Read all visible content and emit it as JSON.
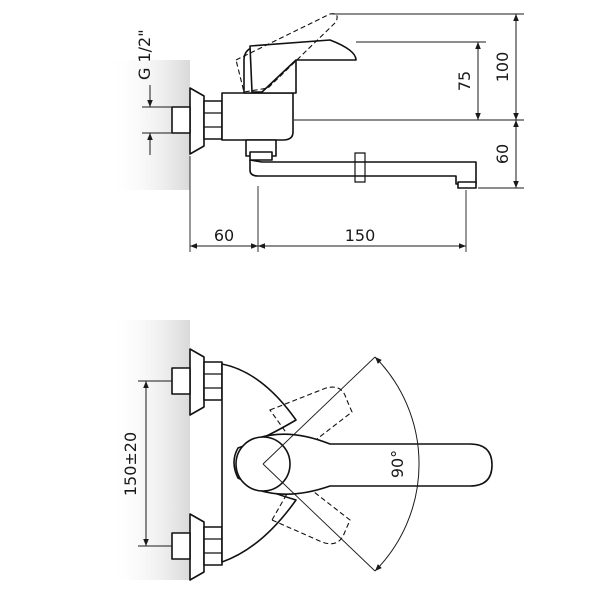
{
  "drawing": {
    "wall_color": "#e6e6e6",
    "ink_color": "#111111",
    "side_view": {
      "thread_label": "G 1/2\"",
      "dim_wall_to_axis": "60",
      "dim_spout_reach": "150",
      "dim_lever_height": "75",
      "dim_total_height": "100",
      "dim_spout_drop": "60"
    },
    "top_view": {
      "dim_center_distance": "150±20",
      "rotation_angle": "90°"
    }
  }
}
